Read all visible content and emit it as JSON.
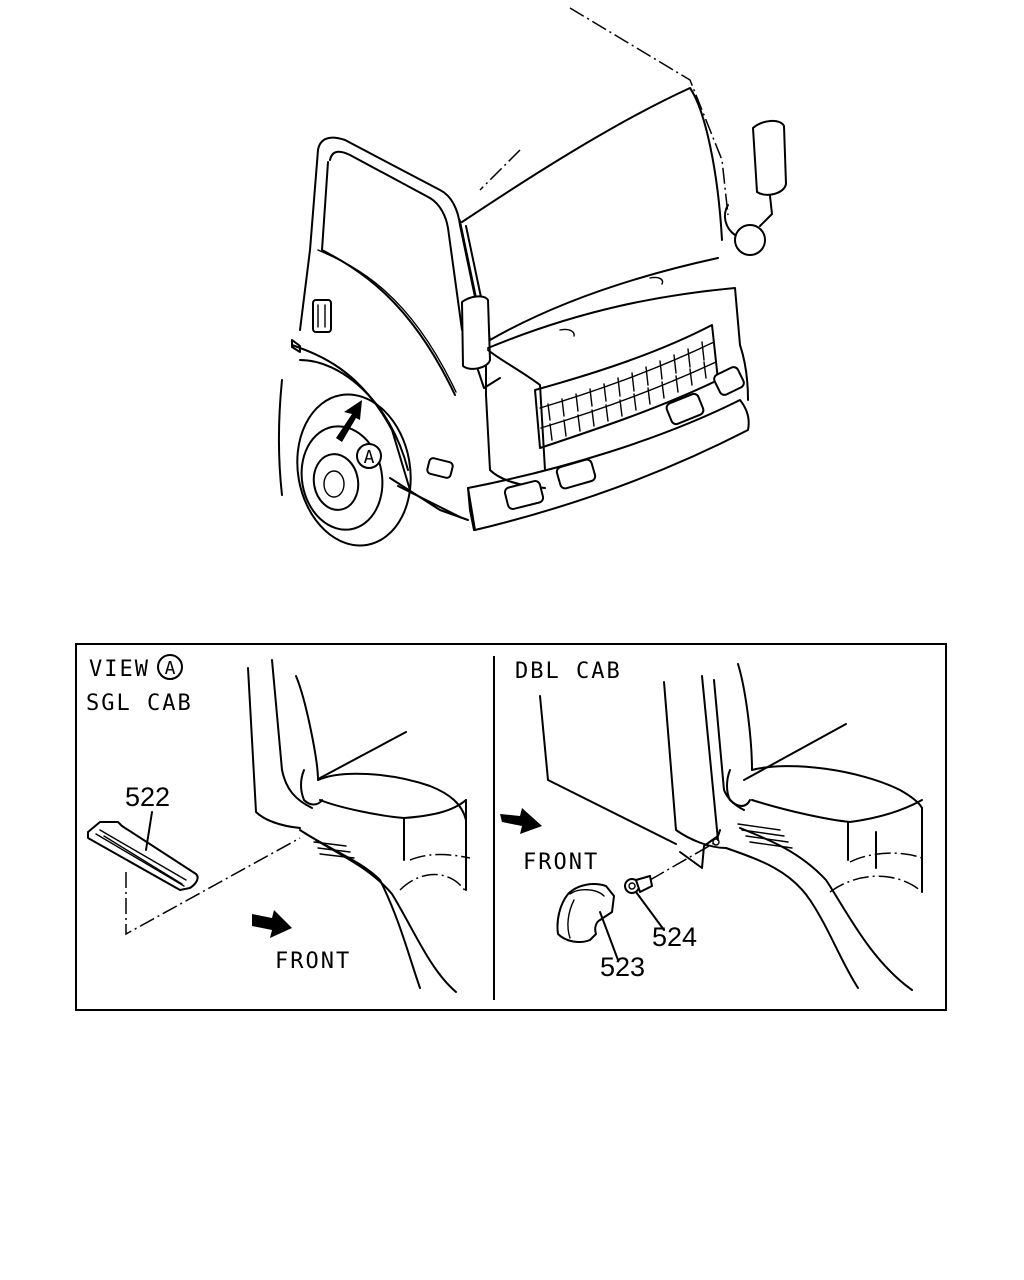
{
  "labels": {
    "callout_a": "A",
    "view_prefix": "VIEW",
    "view_ref": "A",
    "sgl_cab": "SGL CAB",
    "dbl_cab": "DBL CAB",
    "front_left": "FRONT",
    "front_right": "FRONT",
    "part_522": "522",
    "part_523": "523",
    "part_524": "524"
  }
}
